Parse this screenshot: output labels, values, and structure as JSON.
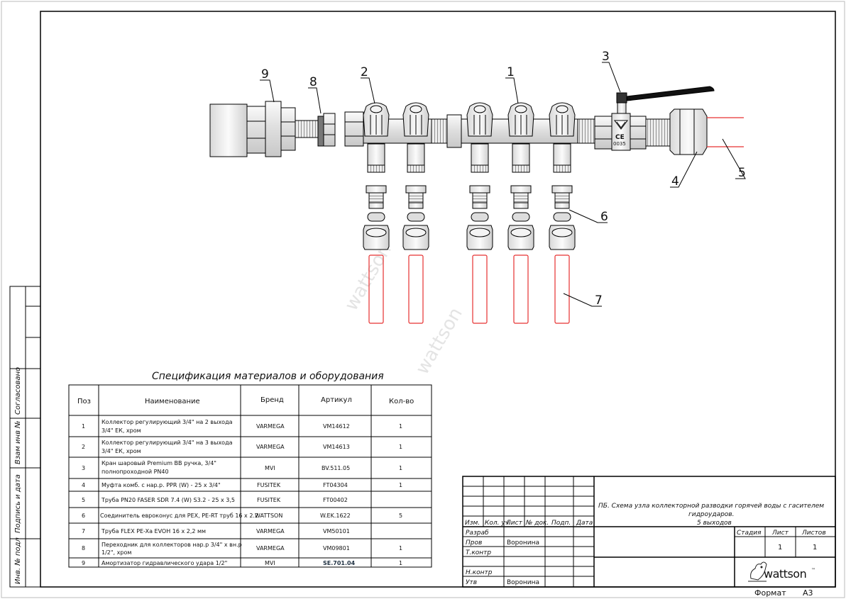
{
  "callouts": [
    "1",
    "2",
    "3",
    "4",
    "5",
    "6",
    "7",
    "8",
    "9"
  ],
  "valve_marks": {
    "ce": "CE",
    "code": "0035"
  },
  "watermark": "wattson",
  "side_stamp": {
    "soglasovano": "Согласовано",
    "vzam": "Взам инв №",
    "podpis": "Подпись и дата",
    "inv": "Инв. № подл"
  },
  "spec": {
    "title": "Спецификация материалов и оборудования",
    "headers": [
      "Поз",
      "Наименование",
      "Бренд",
      "Артикул",
      "Кол-во"
    ],
    "rows": [
      {
        "pos": "1",
        "name1": "Коллектор регулирующий 3/4\" на 2 выхода",
        "name2": "3/4\" ЕК, хром",
        "brand": "VARMEGA",
        "art": "VM14612",
        "qty": "1"
      },
      {
        "pos": "2",
        "name1": "Коллектор регулирующий 3/4\" на 3 выхода",
        "name2": "3/4\" ЕК, хром",
        "brand": "VARMEGA",
        "art": "VM14613",
        "qty": "1"
      },
      {
        "pos": "3",
        "name1": "Кран шаровый Premium BB ручка, 3/4\"",
        "name2": "полнопроходной PN40",
        "brand": "MVI",
        "art": "BV.511.05",
        "qty": "1"
      },
      {
        "pos": "4",
        "name1": "Муфта комб. с нар.р. PPR (W) - 25 х 3/4\"",
        "name2": "",
        "brand": "FUSITEK",
        "art": "FT04304",
        "qty": "1"
      },
      {
        "pos": "5",
        "name1": "Труба PN20 FASER SDR 7.4 (W) S3.2 - 25 х 3,5",
        "name2": "",
        "brand": "FUSITEK",
        "art": "FT00402",
        "qty": ""
      },
      {
        "pos": "6",
        "name1": "Соединитель евроконус для PEX, PE-RT труб 16 х 2.2",
        "name2": "",
        "brand": "WATTSON",
        "art": "W.EK.1622",
        "qty": "5"
      },
      {
        "pos": "7",
        "name1": "Труба FLEX PE-Xa EVOH 16 х 2,2 мм",
        "name2": "",
        "brand": "VARMEGA",
        "art": "VM50101",
        "qty": ""
      },
      {
        "pos": "8",
        "name1": "Переходник для коллекторов нар.р 3/4\" х вн.р",
        "name2": "1/2\", хром",
        "brand": "VARMEGA",
        "art": "VM09801",
        "qty": "1"
      },
      {
        "pos": "9",
        "name1": "Амортизатор гидравлического удара 1/2\"",
        "name2": "",
        "brand": "MVI",
        "art": "SE.701.04",
        "qty": "1"
      }
    ]
  },
  "stamp": {
    "col_labels": [
      "Изм.",
      "Кол. уч.",
      "Лист",
      "№ док.",
      "Подп.",
      "Дата"
    ],
    "row_labels": [
      "Разраб",
      "Пров",
      "Т.контр",
      "",
      "Н.контр",
      "Утв"
    ],
    "names": {
      "prov": "Воронина",
      "utv": "Воронина"
    },
    "title_lines": [
      "ПБ. Схема узла коллекторной разводки горячей воды с гасителем",
      "гидроударов.",
      "5 выходов"
    ],
    "stage_label": "Стадия",
    "sheet_label": "Лист",
    "sheets_label": "Листов",
    "sheet": "1",
    "sheets": "1",
    "logo": "wattson",
    "logo_tm": "™",
    "format_label": "Формат",
    "format": "А3"
  }
}
